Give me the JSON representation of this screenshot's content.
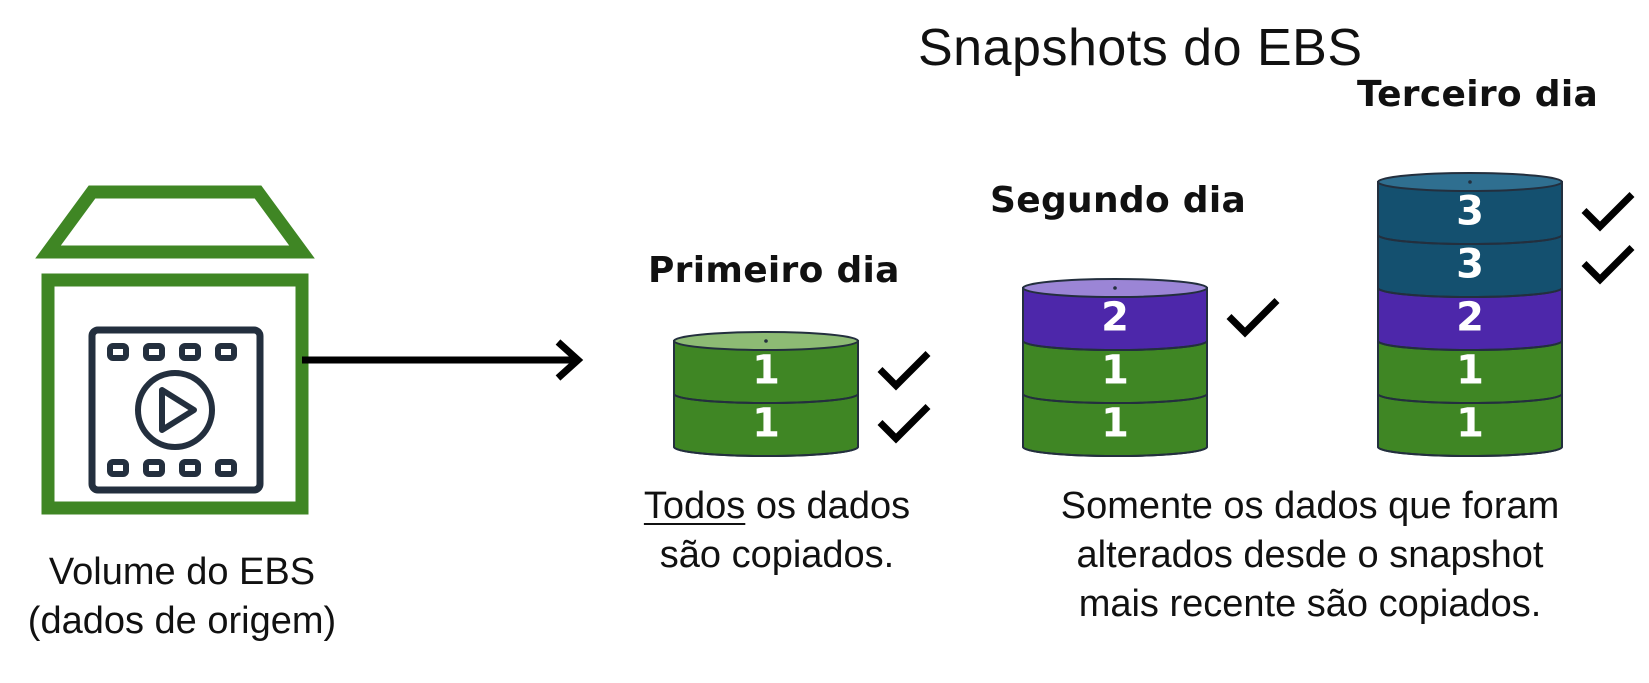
{
  "title": "Snapshots do EBS",
  "source": {
    "icon": "video-file-volume-icon",
    "line1": "Volume do EBS",
    "line2": "(dados de origem)"
  },
  "days": [
    {
      "label": "Primeiro dia",
      "blocks": [
        {
          "text": "1",
          "color": "#3f8624",
          "checked": true
        },
        {
          "text": "1",
          "color": "#3f8624",
          "checked": true
        }
      ]
    },
    {
      "label": "Segundo dia",
      "blocks": [
        {
          "text": "2",
          "color": "#4d27aa",
          "checked": true
        },
        {
          "text": "1",
          "color": "#3f8624",
          "checked": false
        },
        {
          "text": "1",
          "color": "#3f8624",
          "checked": false
        }
      ]
    },
    {
      "label": "Terceiro dia",
      "blocks": [
        {
          "text": "3",
          "color": "#14506f",
          "checked": true
        },
        {
          "text": "3",
          "color": "#14506f",
          "checked": true
        },
        {
          "text": "2",
          "color": "#4d27aa",
          "checked": false
        },
        {
          "text": "1",
          "color": "#3f8624",
          "checked": false
        },
        {
          "text": "1",
          "color": "#3f8624",
          "checked": false
        }
      ]
    }
  ],
  "caption_full": {
    "emphasis": "Todos",
    "rest1": " os dados",
    "line2": "são copiados."
  },
  "caption_incremental": {
    "line1": "Somente os dados que foram",
    "line2": "alterados desde o snapshot",
    "line3": "mais recente são copiados."
  },
  "colors": {
    "green": "#3f8624",
    "green_top": "#8dbb74",
    "purple": "#4d27aa",
    "purple_top": "#9b85d6",
    "teal": "#14506f",
    "teal_top": "#2f6f90",
    "icon_dark": "#232f3e",
    "icon_green": "#3f8624"
  }
}
